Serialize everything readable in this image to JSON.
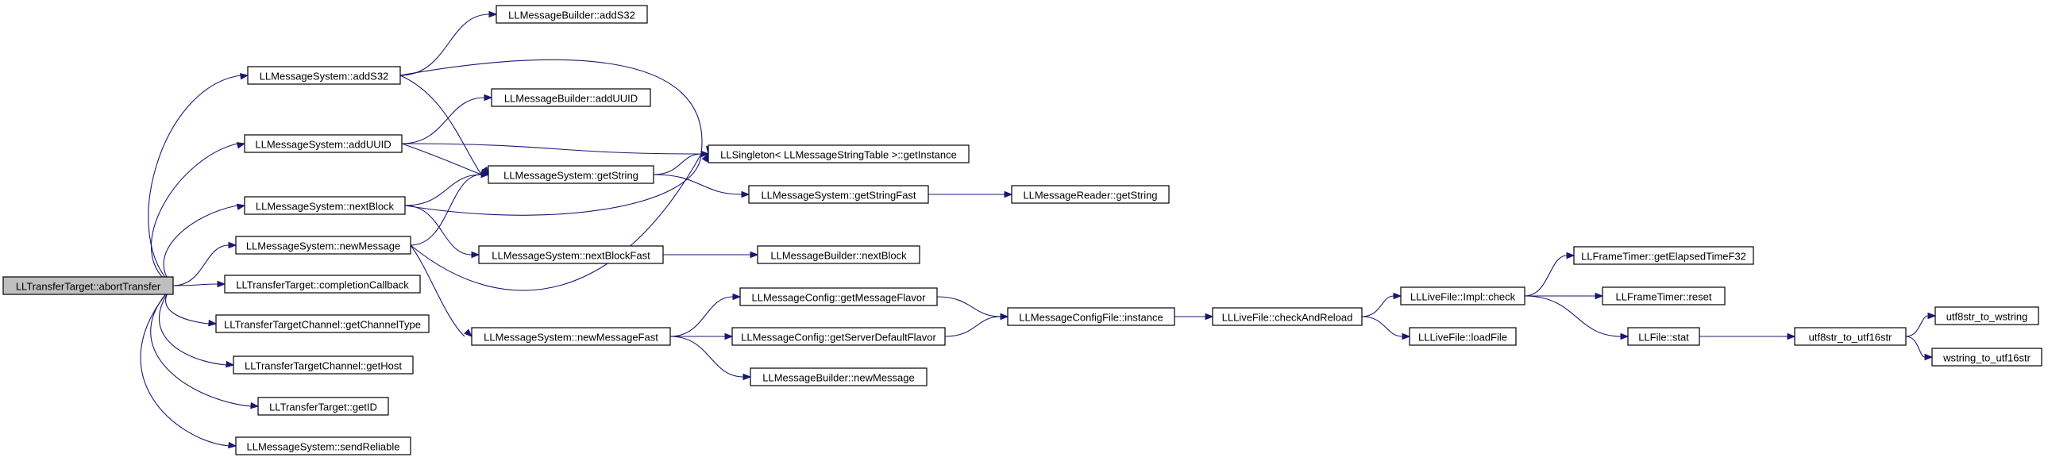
{
  "diagram": {
    "nodes": [
      {
        "id": "abortTransfer",
        "label": "LLTransferTarget::abortTransfer",
        "root": true
      },
      {
        "id": "addS32",
        "label": "LLMessageSystem::addS32"
      },
      {
        "id": "addUUID",
        "label": "LLMessageSystem::addUUID"
      },
      {
        "id": "nextBlock",
        "label": "LLMessageSystem::nextBlock"
      },
      {
        "id": "newMessage",
        "label": "LLMessageSystem::newMessage"
      },
      {
        "id": "completionCallback",
        "label": "LLTransferTarget::completionCallback"
      },
      {
        "id": "getChannelType",
        "label": "LLTransferTargetChannel::getChannelType"
      },
      {
        "id": "getHost",
        "label": "LLTransferTargetChannel::getHost"
      },
      {
        "id": "getID",
        "label": "LLTransferTarget::getID"
      },
      {
        "id": "sendReliable",
        "label": "LLMessageSystem::sendReliable"
      },
      {
        "id": "mbAddS32",
        "label": "LLMessageBuilder::addS32"
      },
      {
        "id": "mbAddUUID",
        "label": "LLMessageBuilder::addUUID"
      },
      {
        "id": "getString",
        "label": "LLMessageSystem::getString"
      },
      {
        "id": "nextBlockFast",
        "label": "LLMessageSystem::nextBlockFast"
      },
      {
        "id": "newMessageFast",
        "label": "LLMessageSystem::newMessageFast"
      },
      {
        "id": "singleton",
        "label": "LLSingleton< LLMessageStringTable >::getInstance"
      },
      {
        "id": "getStringFast",
        "label": "LLMessageSystem::getStringFast"
      },
      {
        "id": "mbNextBlock",
        "label": "LLMessageBuilder::nextBlock"
      },
      {
        "id": "getMessageFlavor",
        "label": "LLMessageConfig::getMessageFlavor"
      },
      {
        "id": "getServerDefaultFlavor",
        "label": "LLMessageConfig::getServerDefaultFlavor"
      },
      {
        "id": "mbNewMessage",
        "label": "LLMessageBuilder::newMessage"
      },
      {
        "id": "mrGetString",
        "label": "LLMessageReader::getString"
      },
      {
        "id": "configInstance",
        "label": "LLMessageConfigFile::instance"
      },
      {
        "id": "checkAndReload",
        "label": "LLLiveFile::checkAndReload"
      },
      {
        "id": "implCheck",
        "label": "LLLiveFile::Impl::check"
      },
      {
        "id": "loadFile",
        "label": "LLLiveFile::loadFile"
      },
      {
        "id": "getElapsed",
        "label": "LLFrameTimer::getElapsedTimeF32"
      },
      {
        "id": "timerReset",
        "label": "LLFrameTimer::reset"
      },
      {
        "id": "fileStat",
        "label": "LLFile::stat"
      },
      {
        "id": "utf8to16",
        "label": "utf8str_to_utf16str"
      },
      {
        "id": "utf8toW",
        "label": "utf8str_to_wstring"
      },
      {
        "id": "wtoUtf16",
        "label": "wstring_to_utf16str"
      }
    ],
    "edges": [
      [
        "abortTransfer",
        "addS32"
      ],
      [
        "abortTransfer",
        "addUUID"
      ],
      [
        "abortTransfer",
        "nextBlock"
      ],
      [
        "abortTransfer",
        "newMessage"
      ],
      [
        "abortTransfer",
        "completionCallback"
      ],
      [
        "abortTransfer",
        "getChannelType"
      ],
      [
        "abortTransfer",
        "getHost"
      ],
      [
        "abortTransfer",
        "getID"
      ],
      [
        "abortTransfer",
        "sendReliable"
      ],
      [
        "addS32",
        "mbAddS32"
      ],
      [
        "addS32",
        "getString"
      ],
      [
        "addS32",
        "singleton"
      ],
      [
        "addUUID",
        "mbAddUUID"
      ],
      [
        "addUUID",
        "getString"
      ],
      [
        "addUUID",
        "singleton"
      ],
      [
        "nextBlock",
        "getString"
      ],
      [
        "nextBlock",
        "nextBlockFast"
      ],
      [
        "nextBlock",
        "singleton"
      ],
      [
        "newMessage",
        "getString"
      ],
      [
        "newMessage",
        "newMessageFast"
      ],
      [
        "newMessage",
        "singleton"
      ],
      [
        "getString",
        "singleton"
      ],
      [
        "getString",
        "getStringFast"
      ],
      [
        "getStringFast",
        "mrGetString"
      ],
      [
        "nextBlockFast",
        "mbNextBlock"
      ],
      [
        "newMessageFast",
        "getMessageFlavor"
      ],
      [
        "newMessageFast",
        "getServerDefaultFlavor"
      ],
      [
        "newMessageFast",
        "mbNewMessage"
      ],
      [
        "getMessageFlavor",
        "configInstance"
      ],
      [
        "getServerDefaultFlavor",
        "configInstance"
      ],
      [
        "configInstance",
        "checkAndReload"
      ],
      [
        "checkAndReload",
        "implCheck"
      ],
      [
        "checkAndReload",
        "loadFile"
      ],
      [
        "implCheck",
        "getElapsed"
      ],
      [
        "implCheck",
        "timerReset"
      ],
      [
        "implCheck",
        "fileStat"
      ],
      [
        "fileStat",
        "utf8to16"
      ],
      [
        "utf8to16",
        "utf8toW"
      ],
      [
        "utf8to16",
        "wtoUtf16"
      ]
    ]
  }
}
